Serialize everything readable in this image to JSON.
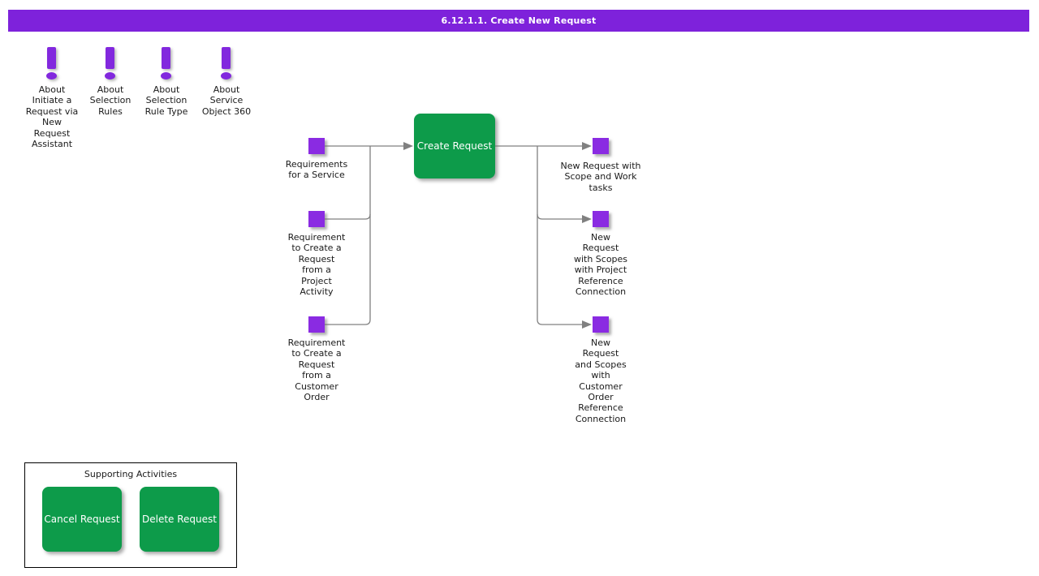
{
  "title_bar": {
    "text": "6.12.1.1. Create New Request"
  },
  "colors": {
    "title_purple": "#7e22db",
    "node_purple": "#8a2be2",
    "activity_green": "#0d9b4a",
    "line_gray": "#808080",
    "text_black": "#1a1a1a"
  },
  "icons": {
    "about": "exclamation-icon",
    "flow_node": "square-icon"
  },
  "about_links": [
    {
      "label": "About\nInitiate a\nRequest via\nNew\nRequest\nAssistant"
    },
    {
      "label": "About\nSelection\nRules"
    },
    {
      "label": "About\nSelection\nRule Type"
    },
    {
      "label": "About\nService\nObject 360"
    }
  ],
  "flow": {
    "inputs": [
      {
        "label": "Requirements\nfor a Service"
      },
      {
        "label": "Requirement\nto Create a\nRequest\nfrom a\nProject\nActivity"
      },
      {
        "label": "Requirement\nto Create a\nRequest\nfrom a\nCustomer\nOrder"
      }
    ],
    "process": {
      "label": "Create Request"
    },
    "outputs": [
      {
        "label": "New Request with\nScope and Work\ntasks"
      },
      {
        "label": "New\nRequest\nwith Scopes\nwith Project\nReference\nConnection"
      },
      {
        "label": "New\nRequest\nand Scopes\nwith\nCustomer\nOrder\nReference\nConnection"
      }
    ]
  },
  "supporting": {
    "title": "Supporting Activities",
    "buttons": [
      {
        "label": "Cancel Request"
      },
      {
        "label": "Delete Request"
      }
    ]
  }
}
